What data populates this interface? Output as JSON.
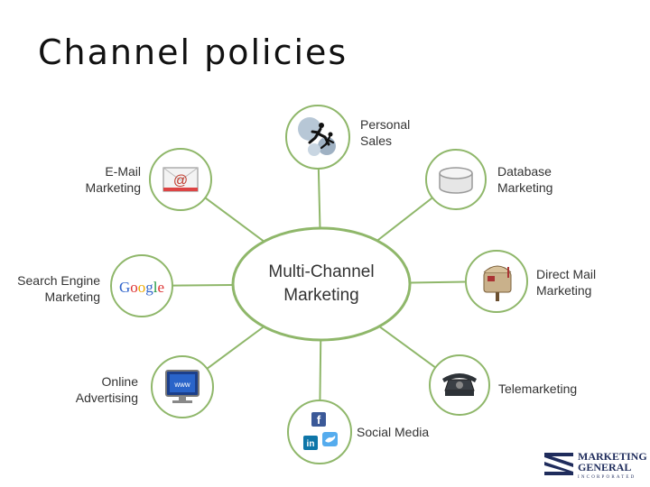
{
  "slide": {
    "title": "Channel policies"
  },
  "diagram": {
    "center": {
      "line1": "Multi-Channel",
      "line2": "Marketing"
    },
    "nodes": [
      {
        "id": "personal-sales",
        "label": [
          "Personal",
          "Sales"
        ],
        "icon": "running-figure-gears-icon"
      },
      {
        "id": "database-marketing",
        "label": [
          "Database",
          "Marketing"
        ],
        "icon": "database-cylinder-icon"
      },
      {
        "id": "direct-mail-marketing",
        "label": [
          "Direct Mail",
          "Marketing"
        ],
        "icon": "mailbox-icon"
      },
      {
        "id": "telemarketing",
        "label": [
          "Telemarketing"
        ],
        "icon": "telephone-icon"
      },
      {
        "id": "social-media",
        "label": [
          "Social Media"
        ],
        "icon": "social-logos-icon",
        "social": [
          "f",
          "in"
        ]
      },
      {
        "id": "online-advertising",
        "label": [
          "Online",
          "Advertising"
        ],
        "icon": "monitor-icon",
        "monitor_text": "www"
      },
      {
        "id": "search-engine-marketing",
        "label": [
          "Search Engine",
          "Marketing"
        ],
        "icon": "google-logo-icon",
        "logo_text": "Google"
      },
      {
        "id": "email-marketing",
        "label": [
          "E-Mail",
          "Marketing"
        ],
        "icon": "envelope-icon",
        "glyph": "@"
      }
    ],
    "colors": {
      "stroke": "#8fb76a",
      "text": "#333333"
    }
  },
  "brand": {
    "line1": "MARKETING",
    "line2": "GENERAL",
    "line3": "INCORPORATED",
    "color": "#1f2c5c"
  }
}
